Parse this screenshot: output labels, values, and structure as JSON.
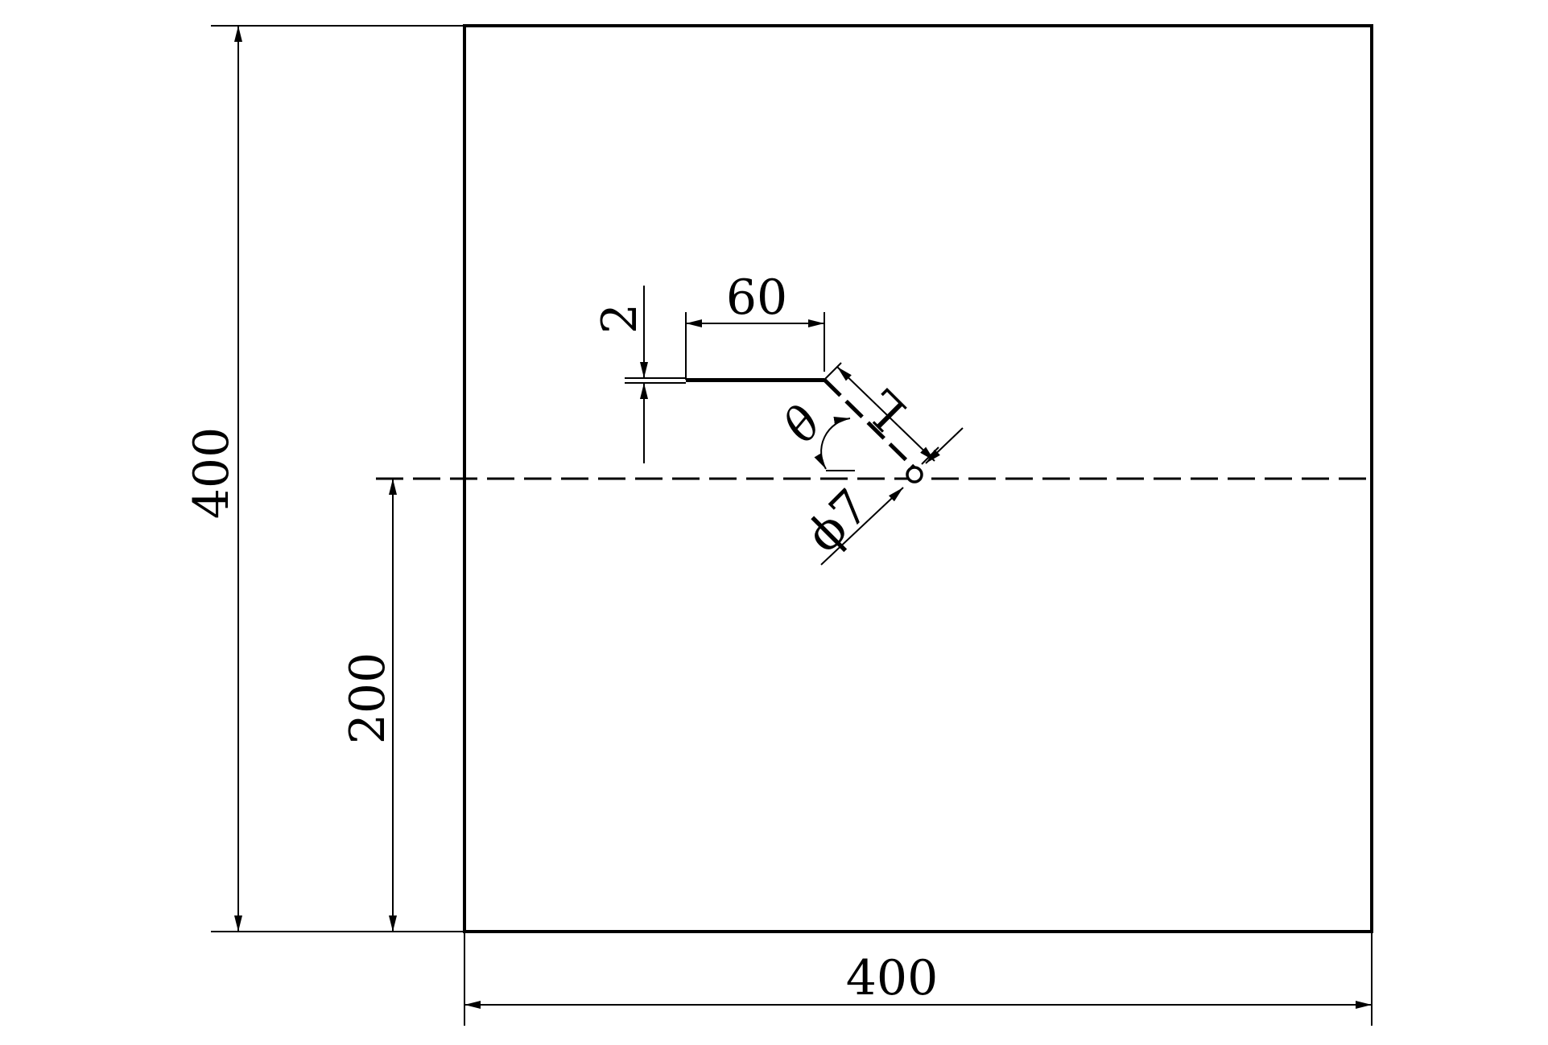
{
  "dimensions": {
    "plate_height": "400",
    "plate_width": "400",
    "half_height": "200",
    "crack_length": "60",
    "crack_width": "2",
    "branch_length": "L",
    "branch_angle": "θ",
    "hole_diameter": "ϕ7"
  },
  "colors": {
    "line": "#000000",
    "background": "#ffffff"
  }
}
